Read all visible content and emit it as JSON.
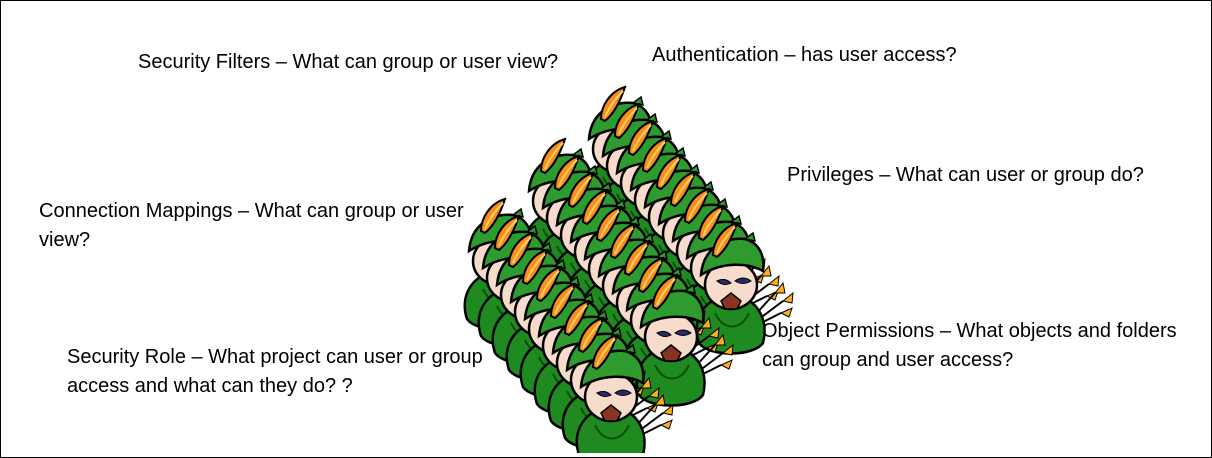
{
  "labels": {
    "security_filters": "Security Filters – What can group or user view?",
    "authentication": "Authentication – has user access?",
    "privileges": "Privileges – What can user or group do?",
    "connection_mappings": "Connection Mappings – What can group or user view?",
    "object_permissions": "Object Permissions – What objects and folders can group and user access?",
    "security_role": "Security Role – What project can user or group access and what can they do? ?"
  },
  "figure": {
    "icon": "robin-hood-archer-icon",
    "columns": 3,
    "archers_per_column": 9
  },
  "colors": {
    "hat_green": "#2e8b2e",
    "body_green": "#1f7a1f",
    "outline": "#000000",
    "feather": "#ff8c1a",
    "skin": "#f6d9c7",
    "beard": "#7a2b1a",
    "eyes": "#2a2a5a"
  }
}
